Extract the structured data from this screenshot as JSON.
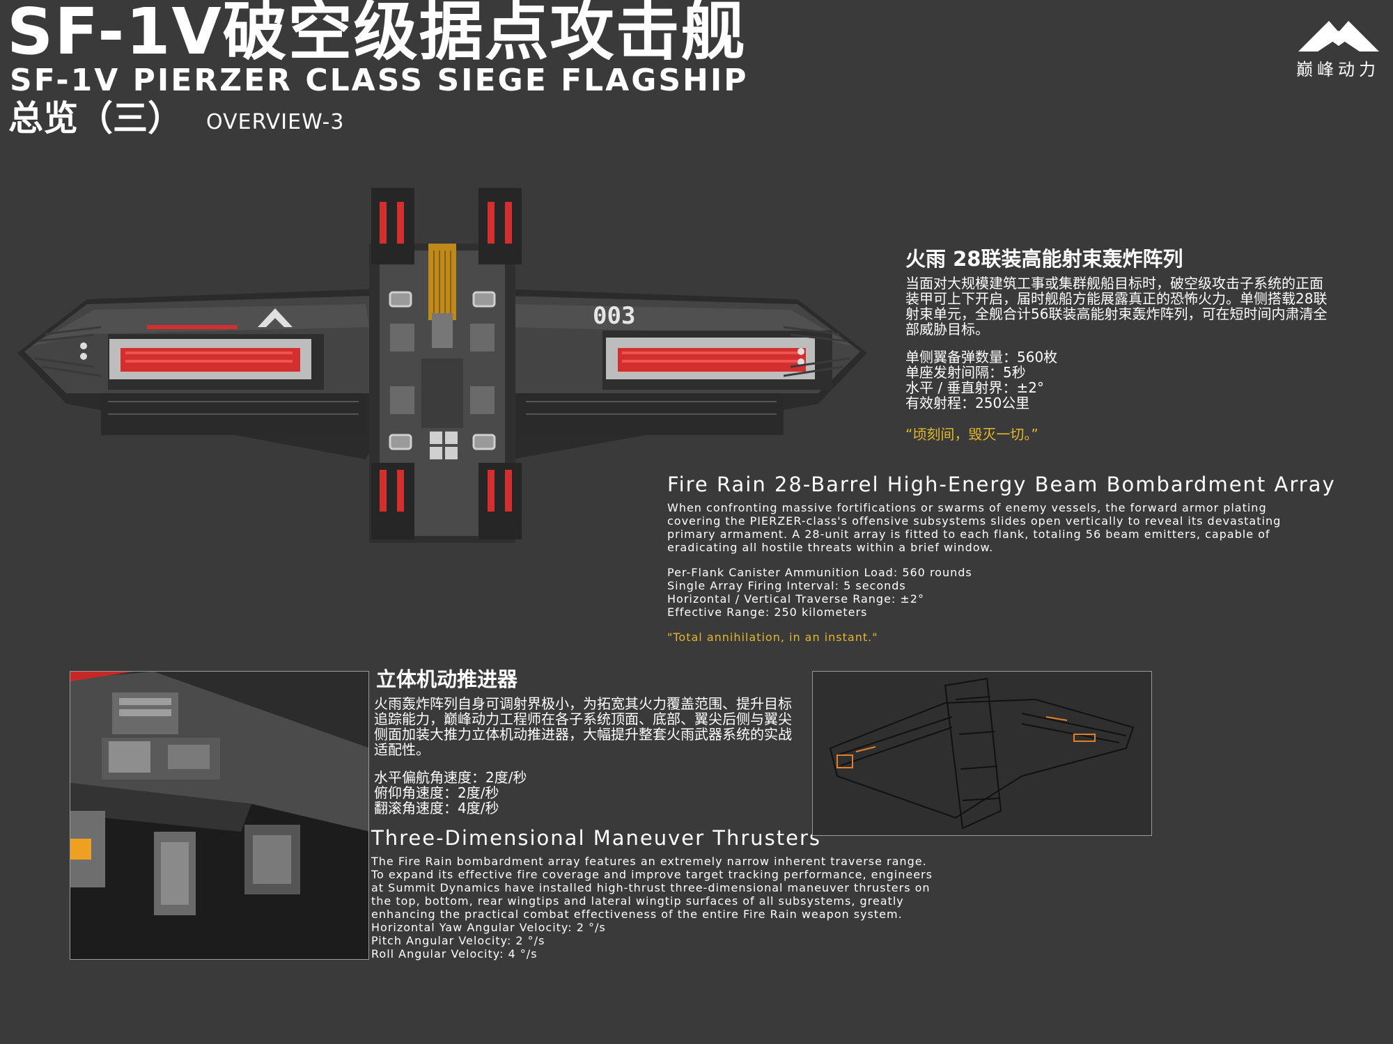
{
  "header": {
    "title_cn": "SF-1V破空级据点攻击舰",
    "title_en": "SF-1V PIERZER CLASS SIEGE FLAGSHIP",
    "subtitle_cn": "总览（三）",
    "subtitle_en": "OVERVIEW-3"
  },
  "logo": {
    "text": "巅峰动力",
    "icon": "summit-mountain-logo-icon"
  },
  "ship_render": {
    "hull_number": "003",
    "icon": "wing-chevron-emblem-icon"
  },
  "fire_rain_cn": {
    "title": "火雨 28联装高能射束轰炸阵列",
    "description": "当面对大规模建筑工事或集群舰船目标时，破空级攻击子系统的正面装甲可上下开启，届时舰船方能展露真正的恐怖火力。单侧搭载28联射束单元，全舰合计56联装高能射束轰炸阵列，可在短时间内肃清全部威胁目标。",
    "specs": [
      "单侧翼备弹数量：560枚",
      "单座发射间隔：5秒",
      "水平 / 垂直射界：±2°",
      "有效射程：250公里"
    ],
    "quote": "“顷刻间，毁灭一切。”"
  },
  "fire_rain_en": {
    "title": "Fire Rain 28-Barrel High-Energy Beam Bombardment Array",
    "description_lines": [
      "When confronting massive fortifications or swarms of enemy vessels, the forward armor plating",
      "covering the PIERZER-class's offensive subsystems slides open vertically to reveal its devastating",
      "primary armament. A 28-unit array is fitted to each flank, totaling 56 beam emitters, capable of",
      "eradicating all hostile threats within a brief window."
    ],
    "specs": [
      "Per-Flank Canister Ammunition Load: 560 rounds",
      "Single Array Firing Interval: 5 seconds",
      "Horizontal / Vertical Traverse Range: ±2°",
      "Effective Range: 250 kilometers"
    ],
    "quote": "\"Total annihilation, in an instant.\""
  },
  "thrusters_cn": {
    "title": "立体机动推进器",
    "description": "火雨轰炸阵列自身可调射界极小，为拓宽其火力覆盖范围、提升目标追踪能力，巅峰动力工程师在各子系统顶面、底部、翼尖后侧与翼尖侧面加装大推力立体机动推进器，大幅提升整套火雨武器系统的实战适配性。",
    "specs": [
      "水平偏航角速度：2度/秒",
      "俯仰角速度：2度/秒",
      "翻滚角速度：4度/秒"
    ]
  },
  "thrusters_en": {
    "title": "Three-Dimensional Maneuver Thrusters",
    "description_lines": [
      "The Fire Rain bombardment array features an extremely narrow inherent traverse range.",
      "To expand its effective fire coverage and improve target tracking performance, engineers",
      "at Summit Dynamics have installed high-thrust three-dimensional maneuver thrusters on",
      "the top, bottom, rear wingtips and lateral wingtip surfaces of all subsystems, greatly",
      "enhancing the practical combat effectiveness of the entire Fire Rain weapon system."
    ],
    "specs": [
      "Horizontal Yaw Angular Velocity: 2 °/s",
      "Pitch Angular Velocity: 2 °/s",
      "Roll Angular Velocity: 4 °/s"
    ]
  }
}
